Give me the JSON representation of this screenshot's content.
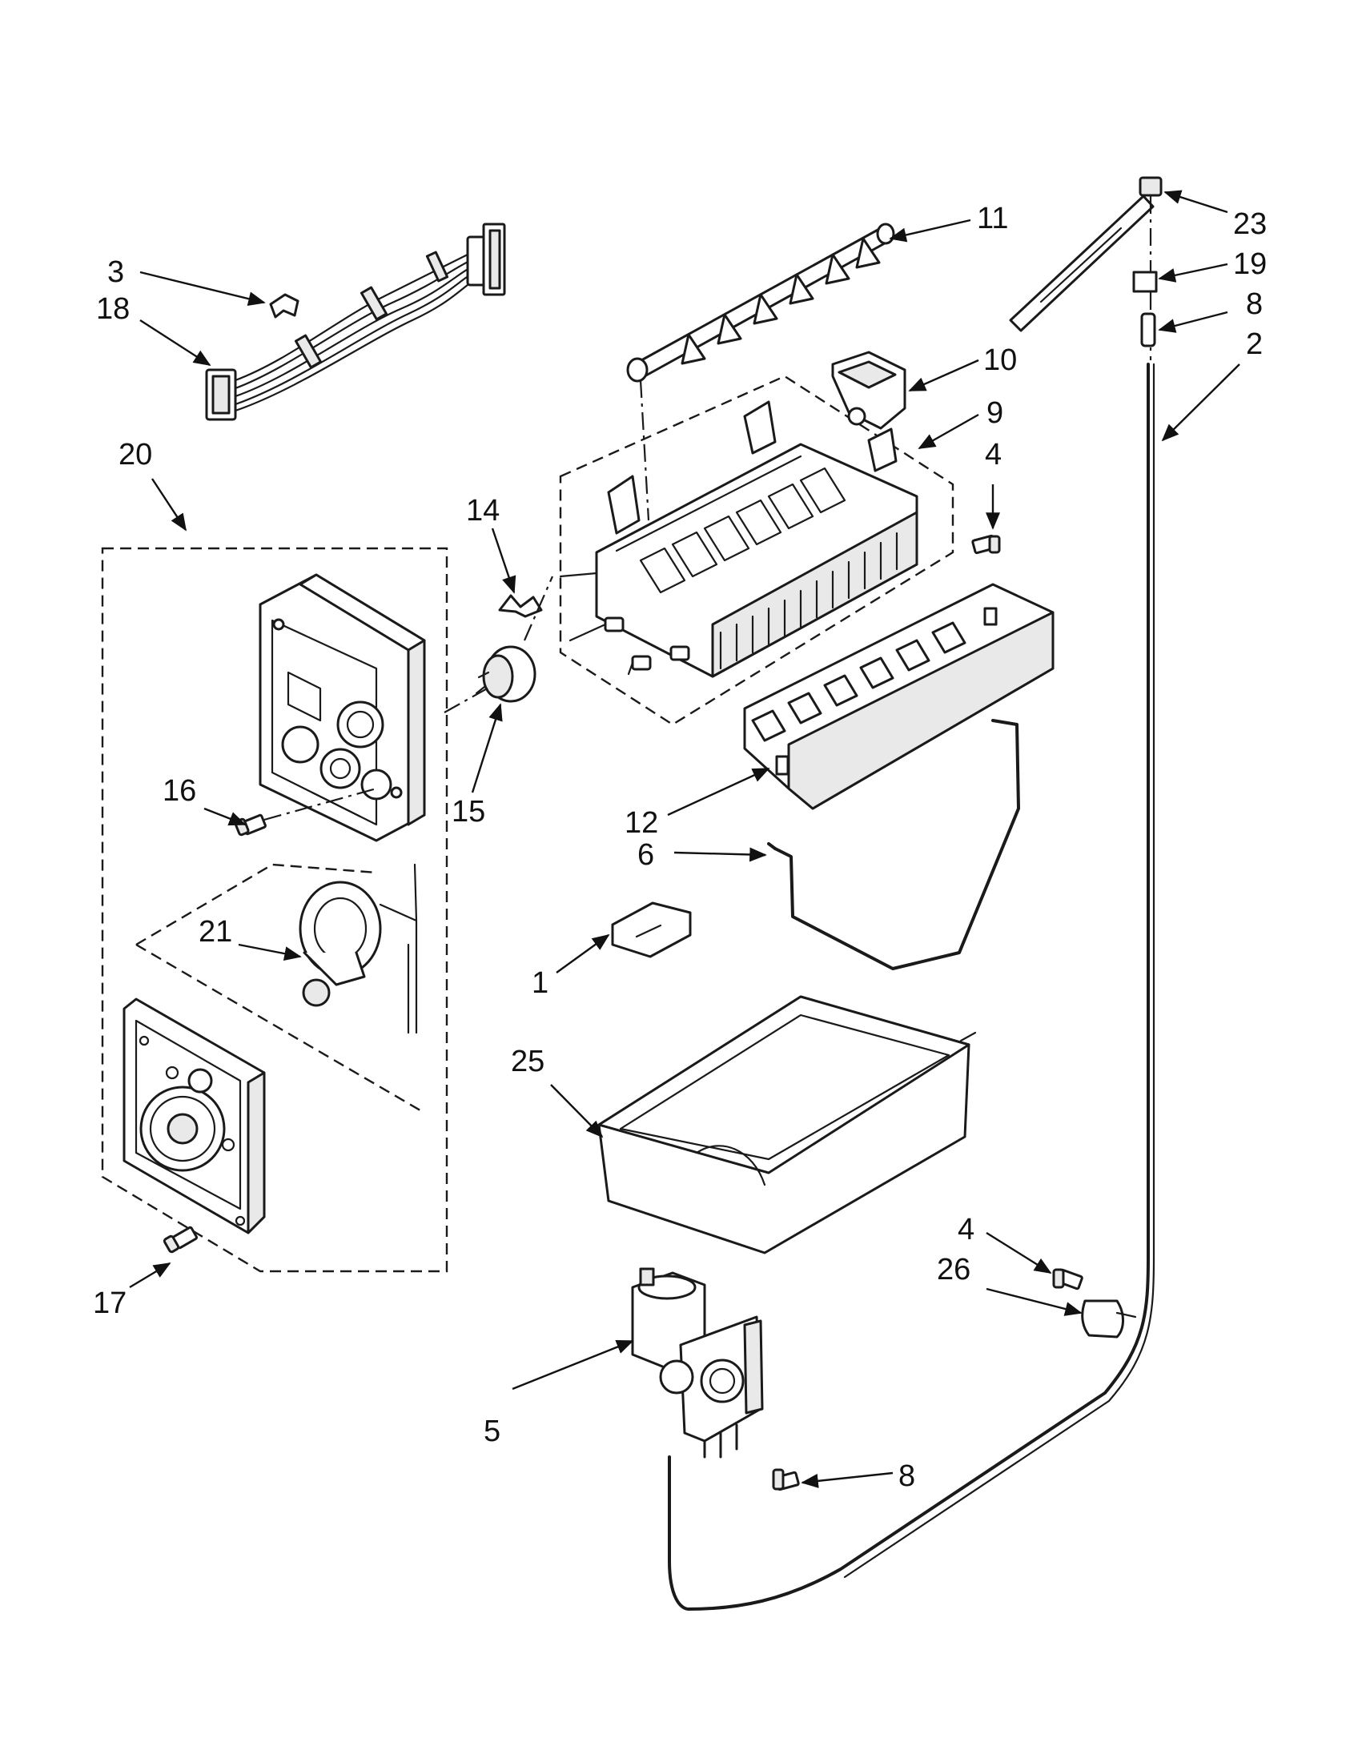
{
  "diagram": {
    "colors": {
      "line": "#1a1a1a",
      "background": "#ffffff",
      "part_shading": "#e9e9e9"
    },
    "callouts": [
      {
        "id": "c3",
        "text": "3"
      },
      {
        "id": "c18",
        "text": "18"
      },
      {
        "id": "c20",
        "text": "20"
      },
      {
        "id": "c14",
        "text": "14"
      },
      {
        "id": "c15",
        "text": "15"
      },
      {
        "id": "c16",
        "text": "16"
      },
      {
        "id": "c21",
        "text": "21"
      },
      {
        "id": "c17",
        "text": "17"
      },
      {
        "id": "c11",
        "text": "11"
      },
      {
        "id": "c10",
        "text": "10"
      },
      {
        "id": "c9",
        "text": "9"
      },
      {
        "id": "c4a",
        "text": "4"
      },
      {
        "id": "c12",
        "text": "12"
      },
      {
        "id": "c6",
        "text": "6"
      },
      {
        "id": "c1",
        "text": "1"
      },
      {
        "id": "c25",
        "text": "25"
      },
      {
        "id": "c23",
        "text": "23"
      },
      {
        "id": "c19",
        "text": "19"
      },
      {
        "id": "c8a",
        "text": "8"
      },
      {
        "id": "c2",
        "text": "2"
      },
      {
        "id": "c4b",
        "text": "4"
      },
      {
        "id": "c26",
        "text": "26"
      },
      {
        "id": "c5",
        "text": "5"
      },
      {
        "id": "c8b",
        "text": "8"
      }
    ]
  }
}
